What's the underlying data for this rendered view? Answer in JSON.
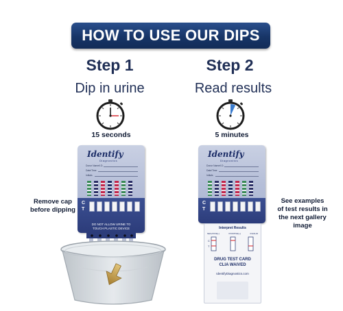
{
  "banner": {
    "title": "HOW TO USE OUR DIPS"
  },
  "step1": {
    "title": "Step 1",
    "subtitle": "Dip in urine",
    "time_label": "15 seconds",
    "left_note": [
      "Remove cap",
      "before dipping"
    ]
  },
  "step2": {
    "title": "Step 2",
    "subtitle": "Read results",
    "time_label": "5 minutes",
    "right_note": [
      "See examples",
      "of test results in",
      "the next gallery",
      "image"
    ]
  },
  "card": {
    "brand": "Identify",
    "brand_sub": "Diagnostics",
    "field_donor": "Donor Name/I.D.",
    "field_date": "Date/Time",
    "field_initials": "Initials",
    "c_label": "C",
    "t_label": "T",
    "warning": [
      "DO NOT ALLOW URINE TO",
      "TOUCH PLASTIC DEVICE"
    ],
    "interpret": "Interpret Results",
    "legend": [
      "NEGATIVE(-)",
      "POSITIVE(+)",
      "INVALID"
    ],
    "drug_card": [
      "DRUG TEST CARD",
      "CLIA WAIVED"
    ],
    "url": "IdentifyDiagnostics.com"
  },
  "colors": {
    "banner": "#173567",
    "text_navy": "#1f2e55",
    "card_lavender": "#b7c0d9",
    "card_footer": "#2c3c7a",
    "clock_red": "#d61f26",
    "clock_blue": "#3a7ccf"
  },
  "icons": [
    "stopwatch-icon",
    "down-arrow-icon"
  ]
}
